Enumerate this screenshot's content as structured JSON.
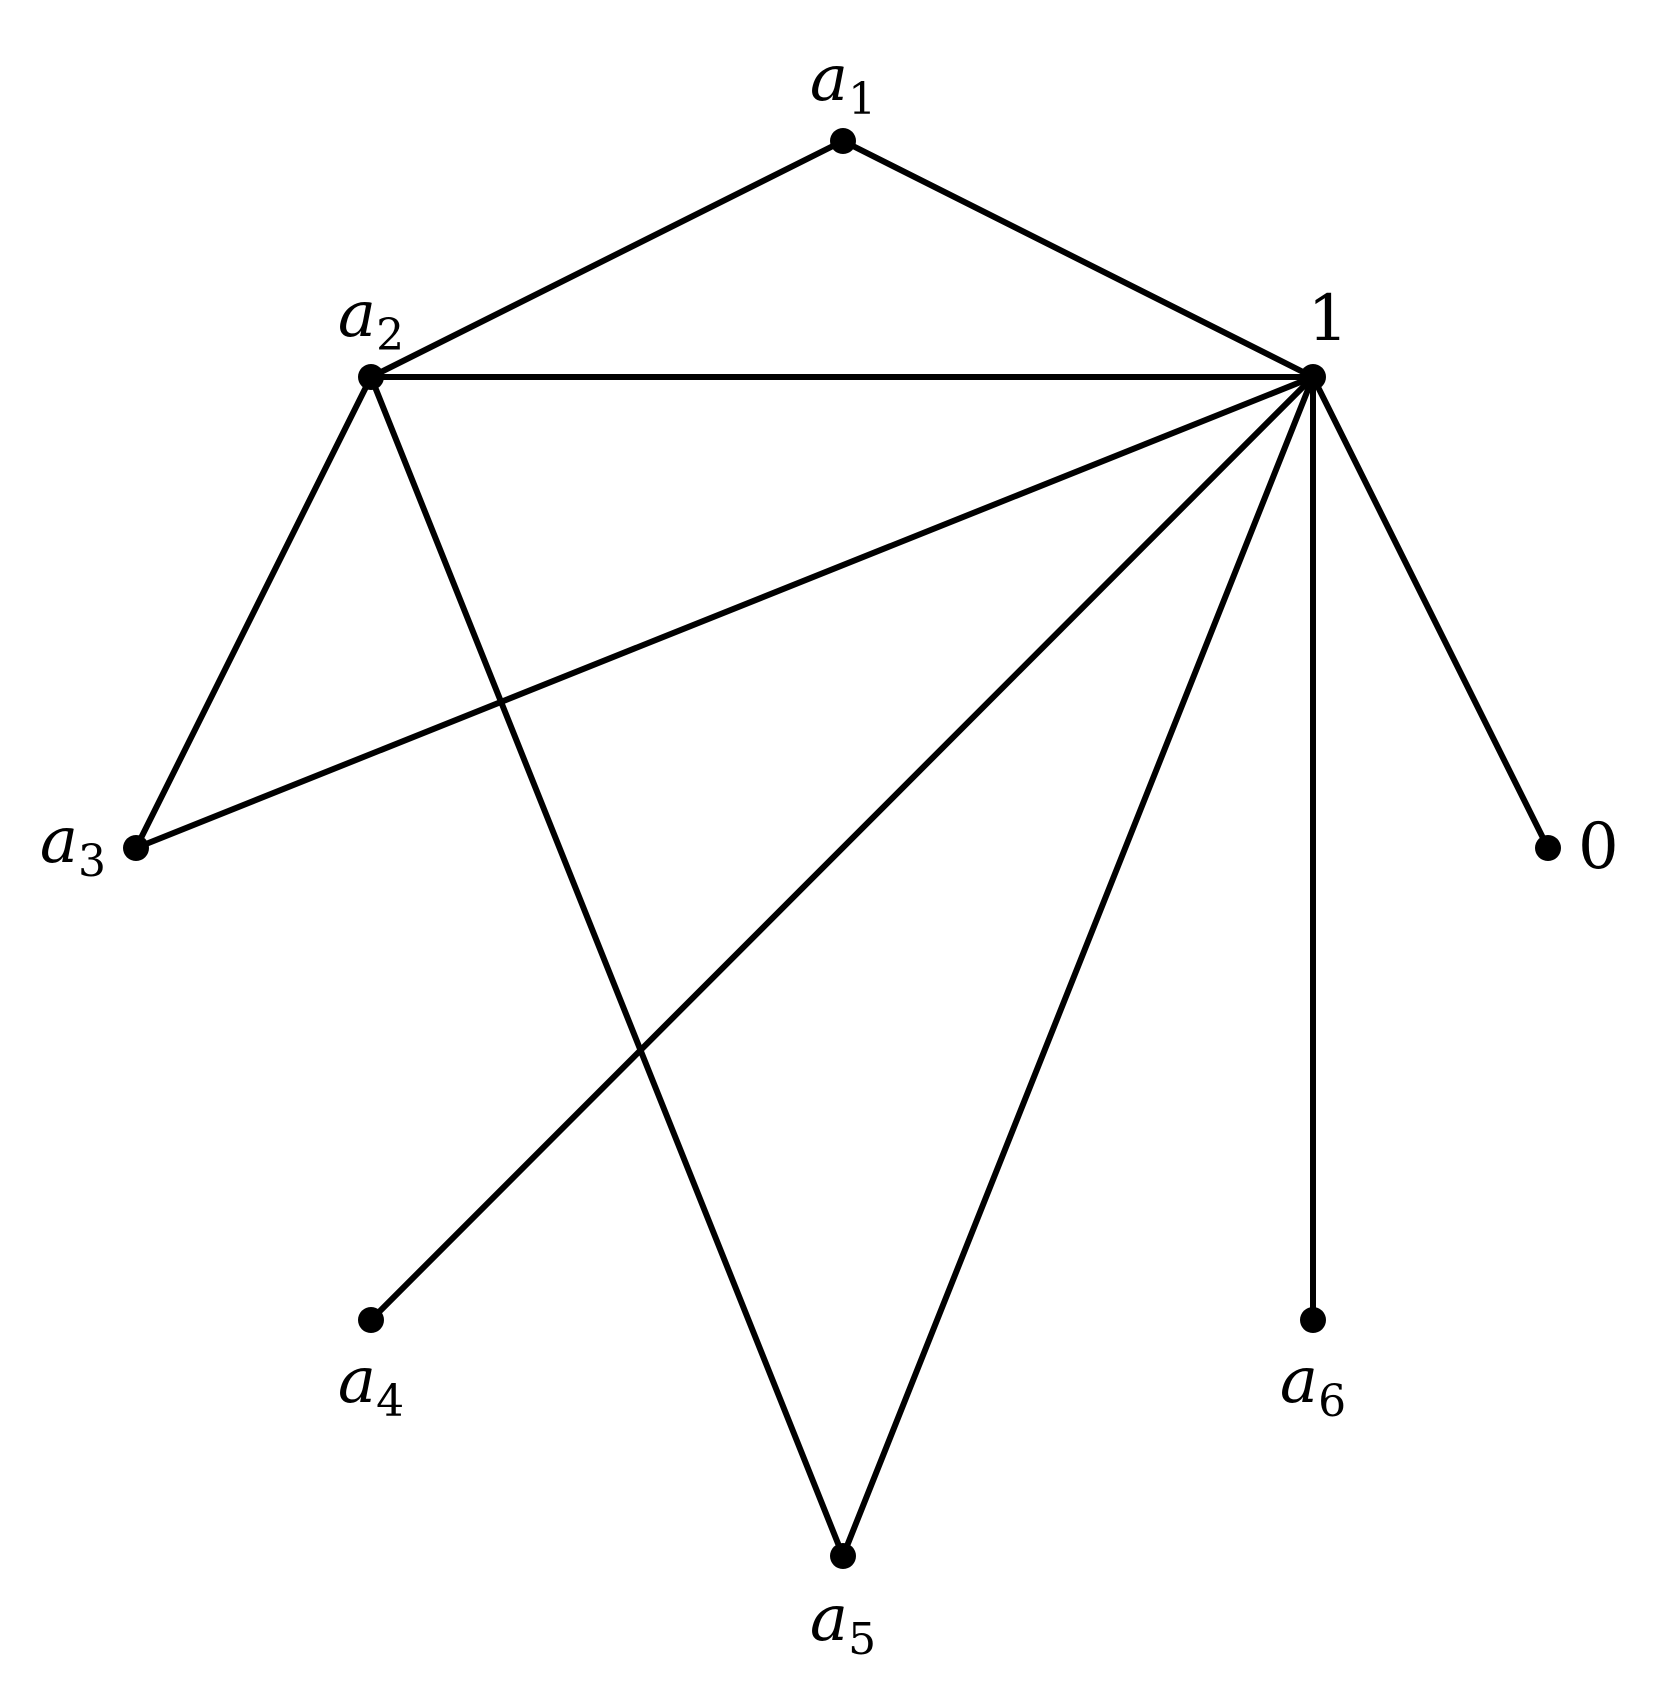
{
  "graph": {
    "type": "undirected-graph",
    "vertices": [
      {
        "id": "a1",
        "base": "a",
        "sub": "1"
      },
      {
        "id": "a2",
        "base": "a",
        "sub": "2"
      },
      {
        "id": "one",
        "text": "1"
      },
      {
        "id": "a3",
        "base": "a",
        "sub": "3"
      },
      {
        "id": "zero",
        "text": "0"
      },
      {
        "id": "a4",
        "base": "a",
        "sub": "4"
      },
      {
        "id": "a5",
        "base": "a",
        "sub": "5"
      },
      {
        "id": "a6",
        "base": "a",
        "sub": "6"
      }
    ],
    "edges": [
      [
        "a1",
        "a2"
      ],
      [
        "a1",
        "one"
      ],
      [
        "a2",
        "one"
      ],
      [
        "a2",
        "a3"
      ],
      [
        "a2",
        "a5"
      ],
      [
        "one",
        "a3"
      ],
      [
        "one",
        "a4"
      ],
      [
        "one",
        "a5"
      ],
      [
        "one",
        "a6"
      ],
      [
        "one",
        "zero"
      ]
    ],
    "colors": {
      "line": "#000000",
      "vertex": "#000000",
      "background": "#ffffff"
    }
  }
}
